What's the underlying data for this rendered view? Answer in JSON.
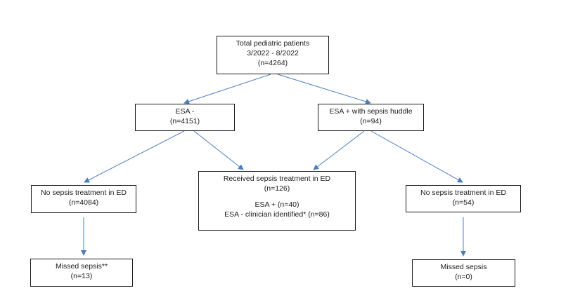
{
  "colors": {
    "arrow": "#4a7cc0",
    "box_border": "#1a1a1a"
  },
  "boxes": {
    "total": {
      "line1": "Total pediatric patients",
      "line2": "3/2022 - 8/2022",
      "line3": "(n=4264)"
    },
    "esa_neg": {
      "line1": "ESA -",
      "line2": "(n=4151)"
    },
    "esa_pos": {
      "line1": "ESA + with sepsis huddle",
      "line2": "(n=94)"
    },
    "no_tx_left": {
      "line1": "No sepsis treatment in ED",
      "line2": "(n=4084)"
    },
    "received": {
      "line1": "Received sepsis treatment in ED",
      "line2": "(n=126)",
      "line3": "ESA + (n=40)",
      "line4": "ESA - clinician identified* (n=86)"
    },
    "no_tx_right": {
      "line1": "No sepsis treatment in ED",
      "line2": "(n=54)"
    },
    "missed_left": {
      "line1": "Missed sepsis**",
      "line2": "(n=13)"
    },
    "missed_right": {
      "line1": "Missed sepsis",
      "line2": "(n=0)"
    }
  }
}
